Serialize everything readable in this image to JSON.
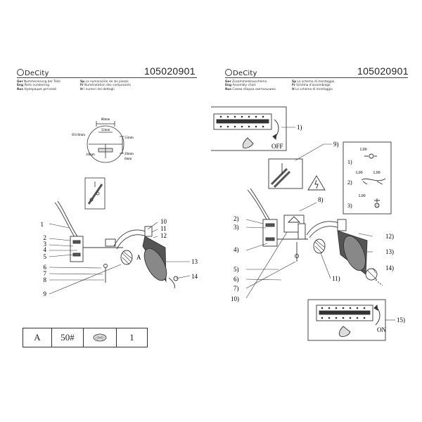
{
  "left": {
    "brand": "DeCity",
    "product_code": "105020901",
    "legend": [
      {
        "lang": "Ger",
        "text": "Nummerierung der Teile"
      },
      {
        "lang": "Eng",
        "text": "Parts numbering"
      },
      {
        "lang": "Rus",
        "text": "Нумерация деталей"
      },
      {
        "lang": "Sp",
        "text": "La numeración de las piezas"
      },
      {
        "lang": "Fr",
        "text": "Numérotation des composants"
      },
      {
        "lang": "It",
        "text": "I numeri dei dettagli"
      }
    ],
    "dims": {
      "d1": "88mm",
      "d2": "32mm",
      "d3": "Ø110mm",
      "d4": "55mm",
      "d5": "10mm",
      "d6": "20mm",
      "d7": "6mm"
    },
    "part_numbers": [
      "1",
      "2",
      "3",
      "4",
      "5",
      "6",
      "7",
      "8",
      "9",
      "10",
      "11",
      "12",
      "13",
      "14"
    ],
    "detail_marker": "A",
    "parts_table": {
      "ref": "A",
      "spec": "50#",
      "icon": "screw-bag-icon",
      "qty": "1"
    }
  },
  "right": {
    "brand": "DeCity",
    "product_code": "105020901",
    "legend": [
      {
        "lang": "Ger",
        "text": "Zusammenbauschema"
      },
      {
        "lang": "Eng",
        "text": "Assembly chart"
      },
      {
        "lang": "Rus",
        "text": "Схема сборки светильника"
      },
      {
        "lang": "Sp",
        "text": "Lo schema di montaggio"
      },
      {
        "lang": "Fr",
        "text": "Schéma d'assemblage"
      },
      {
        "lang": "It",
        "text": "Lo schema di montaggio"
      }
    ],
    "step_labels": [
      "1)",
      "2)",
      "3)",
      "4)",
      "5)",
      "6)",
      "7)",
      "8)",
      "9)",
      "10)",
      "11)",
      "12)",
      "13)",
      "14)",
      "15)"
    ],
    "wiring_steps": [
      "1)",
      "2)",
      "3)"
    ],
    "wire_labels": [
      "L00",
      "L00",
      "L00",
      "L00"
    ],
    "switch_off": "OFF",
    "switch_on": "ON"
  },
  "colors": {
    "ink": "#222222",
    "shade": "#555555",
    "light": "#cccccc"
  }
}
